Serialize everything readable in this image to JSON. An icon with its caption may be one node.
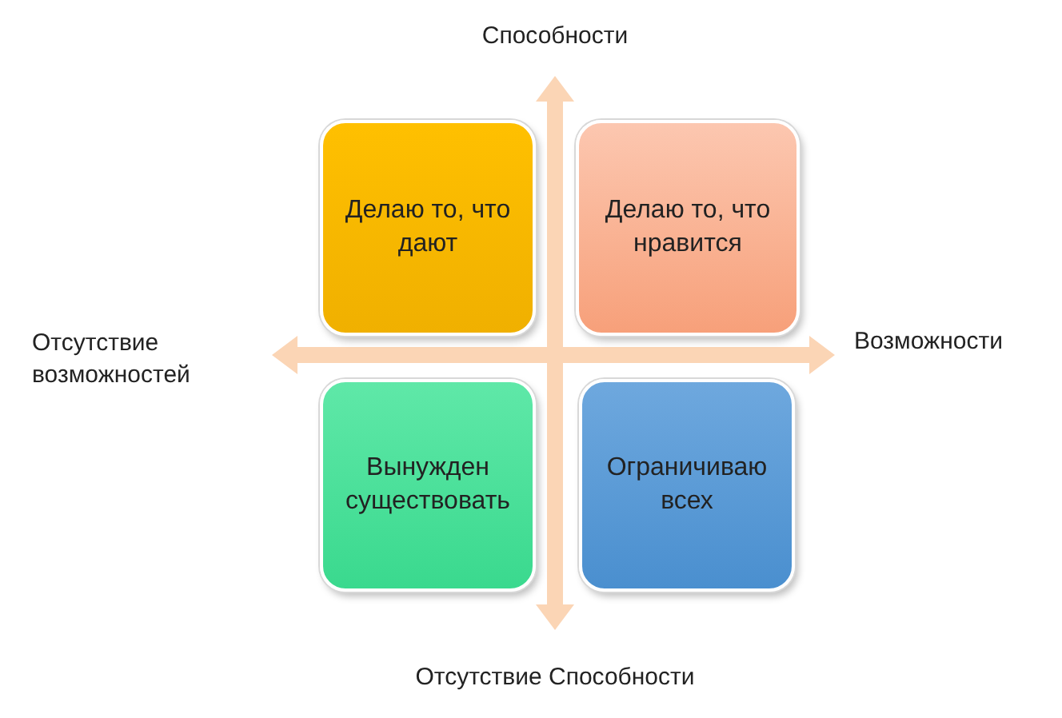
{
  "diagram": {
    "nodes": [
      {
        "text": [
          "Делаю то, что дают"
        ]
      },
      {
        "text": [
          "Делаю то, что нравится"
        ]
      },
      {
        "text": [
          "Вынужден существовать"
        ]
      },
      {
        "text": [
          "Ограничиваю всех"
        ]
      },
      {
        "text": [
          "Способности"
        ]
      },
      {
        "text": [
          "Отсутствие возможностей"
        ]
      },
      {
        "text": [
          "Возможности"
        ]
      },
      {
        "text": [
          "Отсутствие Способности"
        ]
      }
    ],
    "edges": [
      {
        "from": 7,
        "to": 4,
        "arrow": "both"
      },
      {
        "from": 5,
        "to": 6,
        "arrow": "both"
      }
    ]
  }
}
